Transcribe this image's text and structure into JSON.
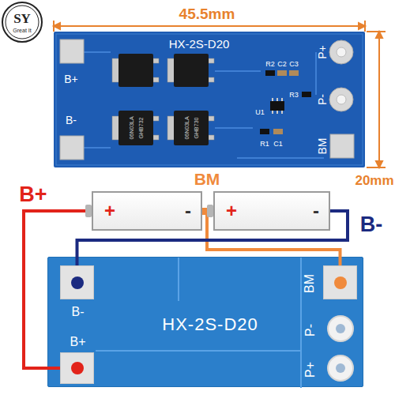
{
  "diagram": {
    "nodes": [
      {
        "text": [
          "+",
          "-"
        ]
      },
      {
        "text": [
          "+",
          "-"
        ]
      },
      {
        "text": [
          "HX-2S-D20"
        ]
      },
      {
        "text": [
          "B-"
        ],
        "in": 2
      },
      {
        "text": [
          "BM"
        ],
        "in": 2
      },
      {
        "text": [
          "P-"
        ],
        "in": 2
      },
      {
        "text": [
          "B+"
        ],
        "in": 2
      },
      {
        "text": [
          "P+"
        ],
        "in": 2
      }
    ],
    "edges": [
      {
        "from": 0,
        "to": 6,
        "arrow": "none",
        "label": "B+"
      },
      {
        "from": 1,
        "to": 4,
        "arrow": "none",
        "label": "BM"
      },
      {
        "from": 1,
        "to": 3,
        "arrow": "none",
        "label": "B-"
      }
    ],
    "labels": [
      "SY",
      "Great It",
      "45.5mm",
      "HX-2S-D20",
      "R2",
      "C2",
      "C3",
      "P+",
      "B+",
      "R3",
      "P-",
      "U1",
      "B-",
      "06N03LA",
      "GHB732",
      "06N03LA",
      "GHB730",
      "BM",
      "R1",
      "C1",
      "20mm"
    ]
  }
}
